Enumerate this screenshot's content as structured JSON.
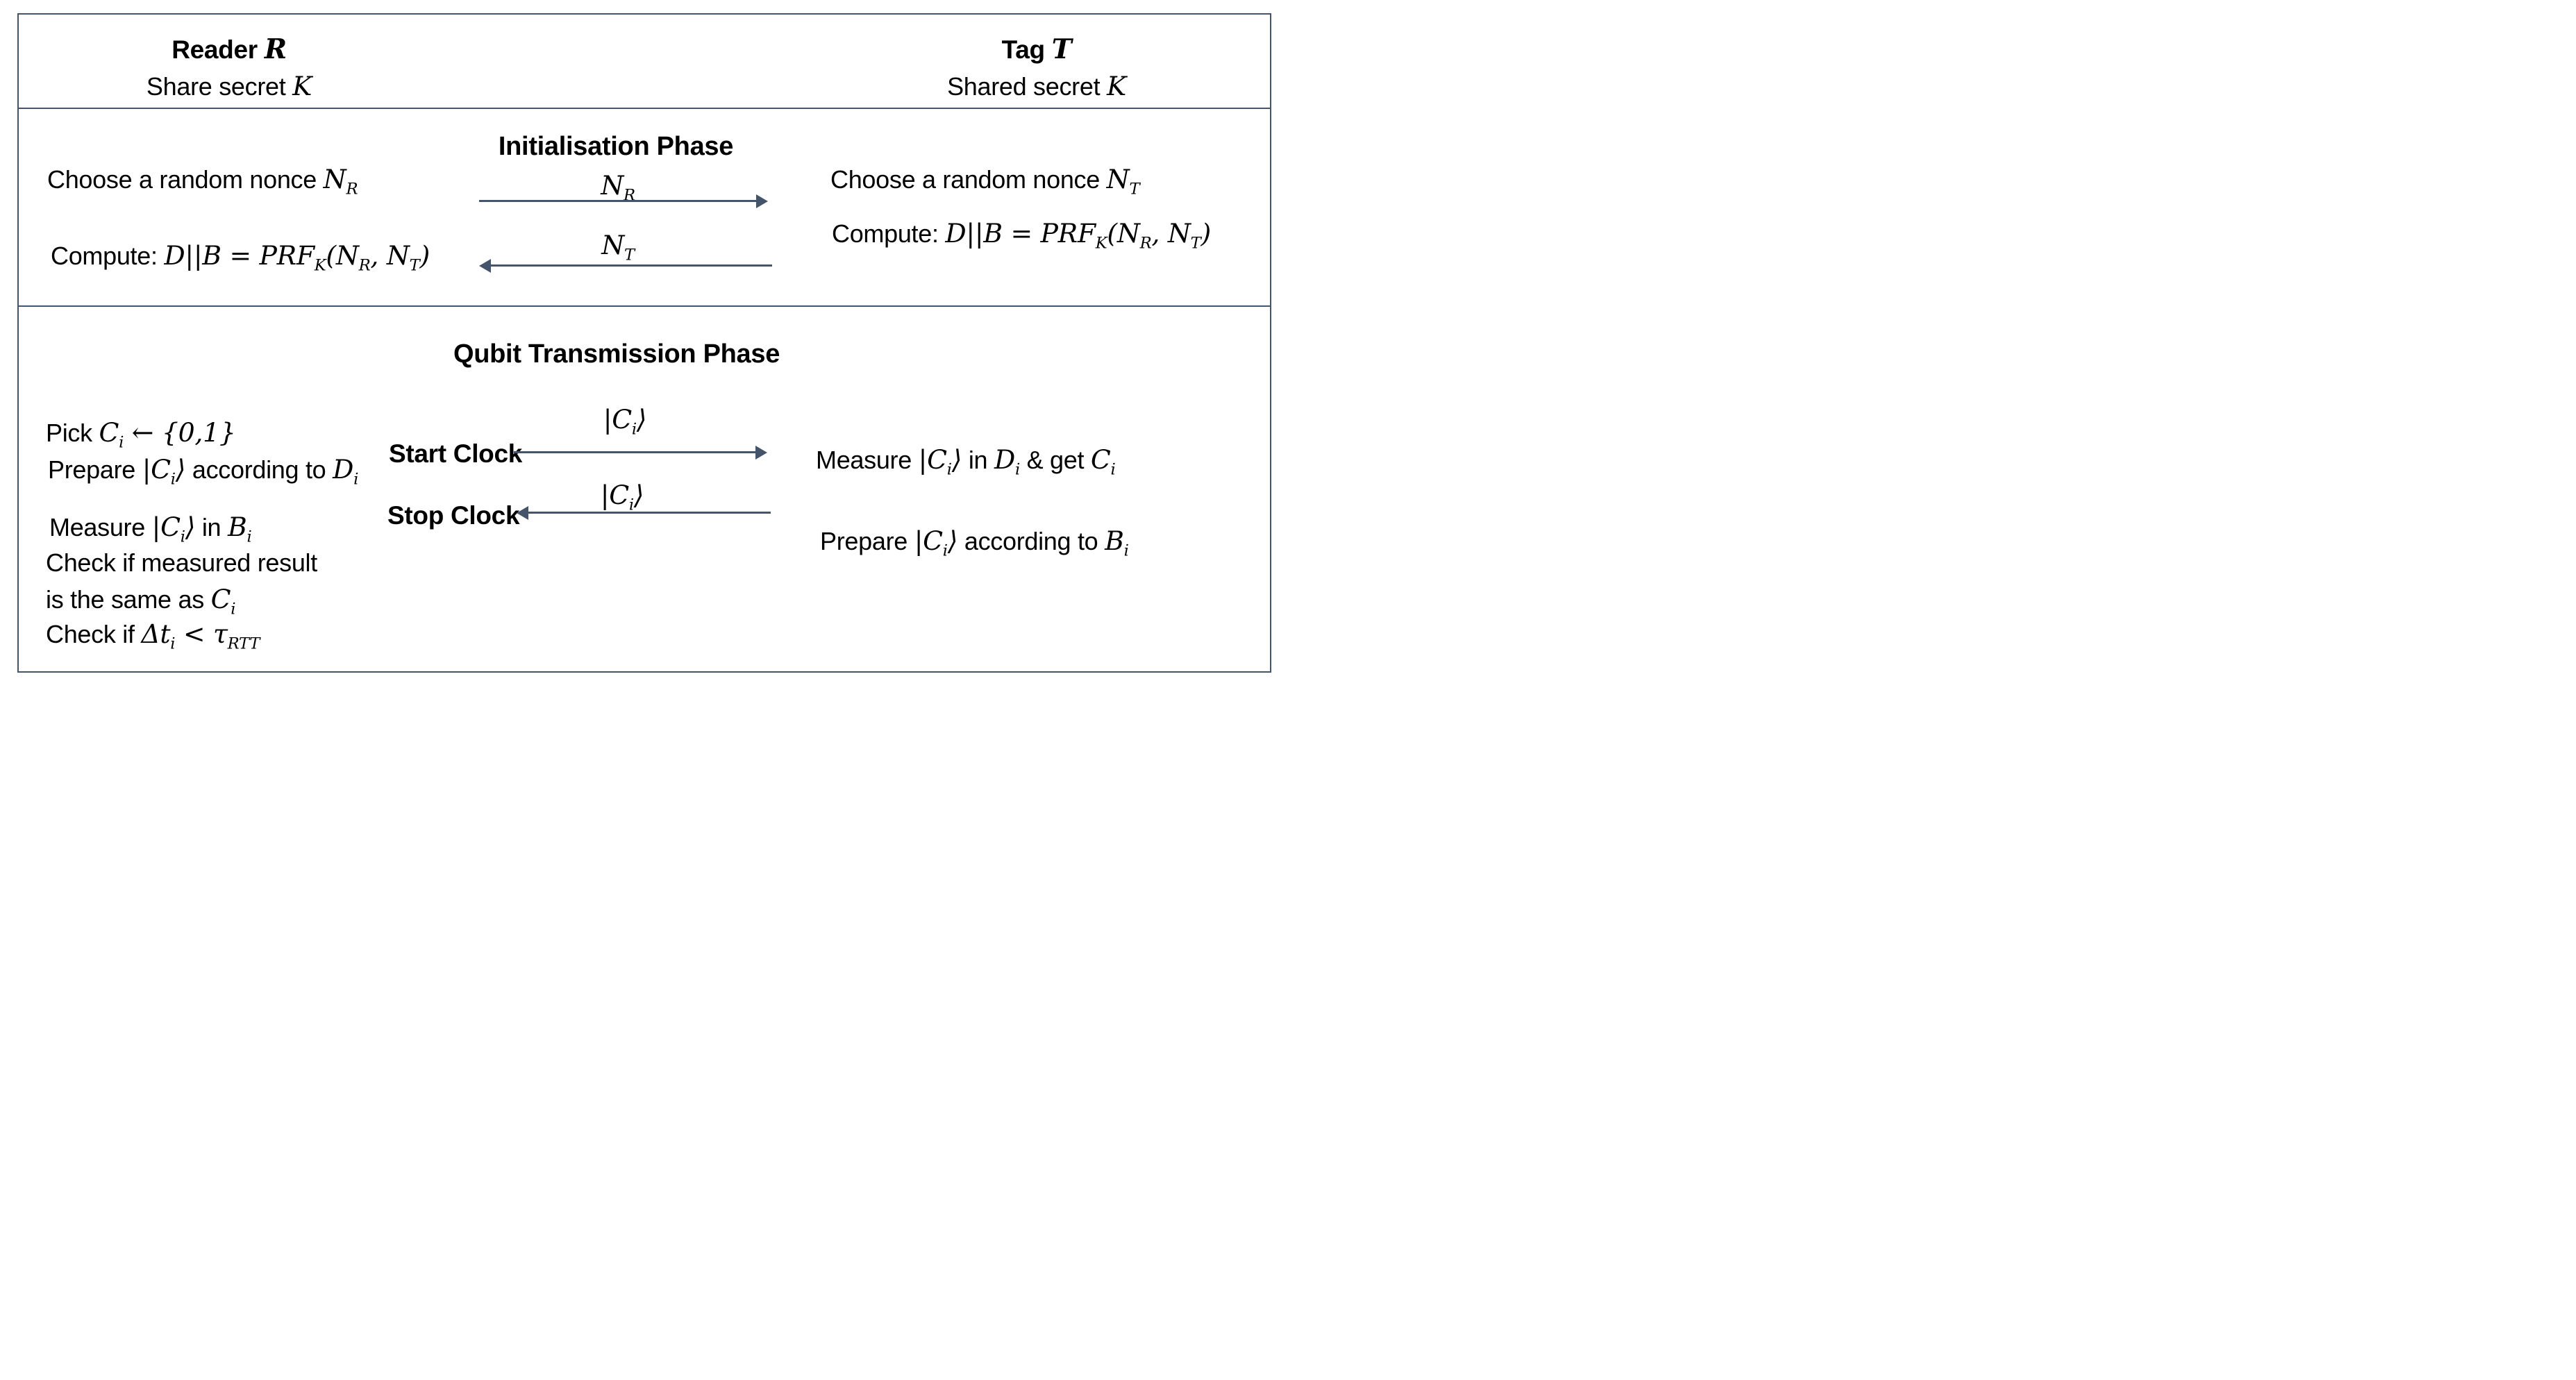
{
  "colors": {
    "accent": "#44546A",
    "text": "#000000",
    "background": "#FFFFFF"
  },
  "participants": {
    "reader": {
      "name": "Reader $R$",
      "secret": "Share secret $K$"
    },
    "tag": {
      "name": "Tag $T$",
      "secret": "Shared secret $K$"
    }
  },
  "init_phase": {
    "title": "Initialisation Phase",
    "reader_steps": {
      "choose": "Choose a random nonce $N_R$",
      "compute": "Compute: $D||B = PRF_K(N_R, N_T)$"
    },
    "tag_steps": {
      "choose": "Choose a random nonce $N_T$",
      "compute": "Compute: $D||B = PRF_K(N_R, N_T)$"
    },
    "messages": {
      "nr": {
        "label": "$N_R$",
        "direction": "reader-to-tag"
      },
      "nt": {
        "label": "$N_T$",
        "direction": "tag-to-reader"
      }
    }
  },
  "qubit_phase": {
    "title": "Qubit Transmission Phase",
    "clock": {
      "start": "Start Clock",
      "stop": "Stop Clock"
    },
    "reader_steps": {
      "pick": "Pick $C_i ← {0,1}$",
      "prepare": "Prepare $|C_i⟩$ according to $D_i$",
      "measure": "Measure $|C_i⟩$ in $B_i$",
      "check_line1": "Check if measured result",
      "check_line2": "is the same as $C_i$",
      "check_rtt": "Check if $Δt_i < τ_RTT$"
    },
    "tag_steps": {
      "measure": "Measure $|C_i⟩$ in $D_i$ & get $C_i$",
      "prepare": "Prepare $|C_i⟩$ according to $B_i$"
    },
    "messages": {
      "qubit_out": {
        "label": "$|C_i⟩$",
        "direction": "reader-to-tag"
      },
      "qubit_back": {
        "label": "$|C_i⟩$",
        "direction": "tag-to-reader"
      }
    }
  }
}
